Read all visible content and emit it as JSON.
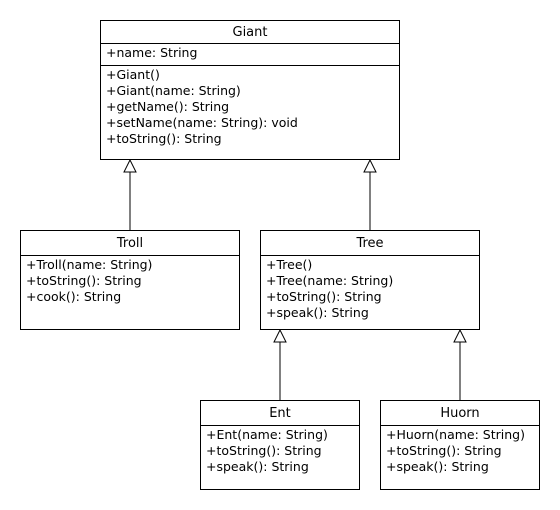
{
  "classes": {
    "giant": {
      "name": "Giant",
      "attributes": [
        "+name: String"
      ],
      "operations": [
        "+Giant()",
        "+Giant(name: String)",
        "+getName(): String",
        "+setName(name: String): void",
        "+toString(): String"
      ]
    },
    "troll": {
      "name": "Troll",
      "operations": [
        "+Troll(name: String)",
        "+toString(): String",
        "+cook(): String"
      ]
    },
    "tree": {
      "name": "Tree",
      "operations": [
        "+Tree()",
        "+Tree(name: String)",
        "+toString(): String",
        "+speak(): String"
      ]
    },
    "ent": {
      "name": "Ent",
      "operations": [
        "+Ent(name: String)",
        "+toString(): String",
        "+speak(): String"
      ]
    },
    "huorn": {
      "name": "Huorn",
      "operations": [
        "+Huorn(name: String)",
        "+toString(): String",
        "+speak(): String"
      ]
    }
  },
  "relations": [
    {
      "type": "generalization",
      "child": "Troll",
      "parent": "Giant"
    },
    {
      "type": "generalization",
      "child": "Tree",
      "parent": "Giant"
    },
    {
      "type": "generalization",
      "child": "Ent",
      "parent": "Tree"
    },
    {
      "type": "generalization",
      "child": "Huorn",
      "parent": "Tree"
    }
  ]
}
